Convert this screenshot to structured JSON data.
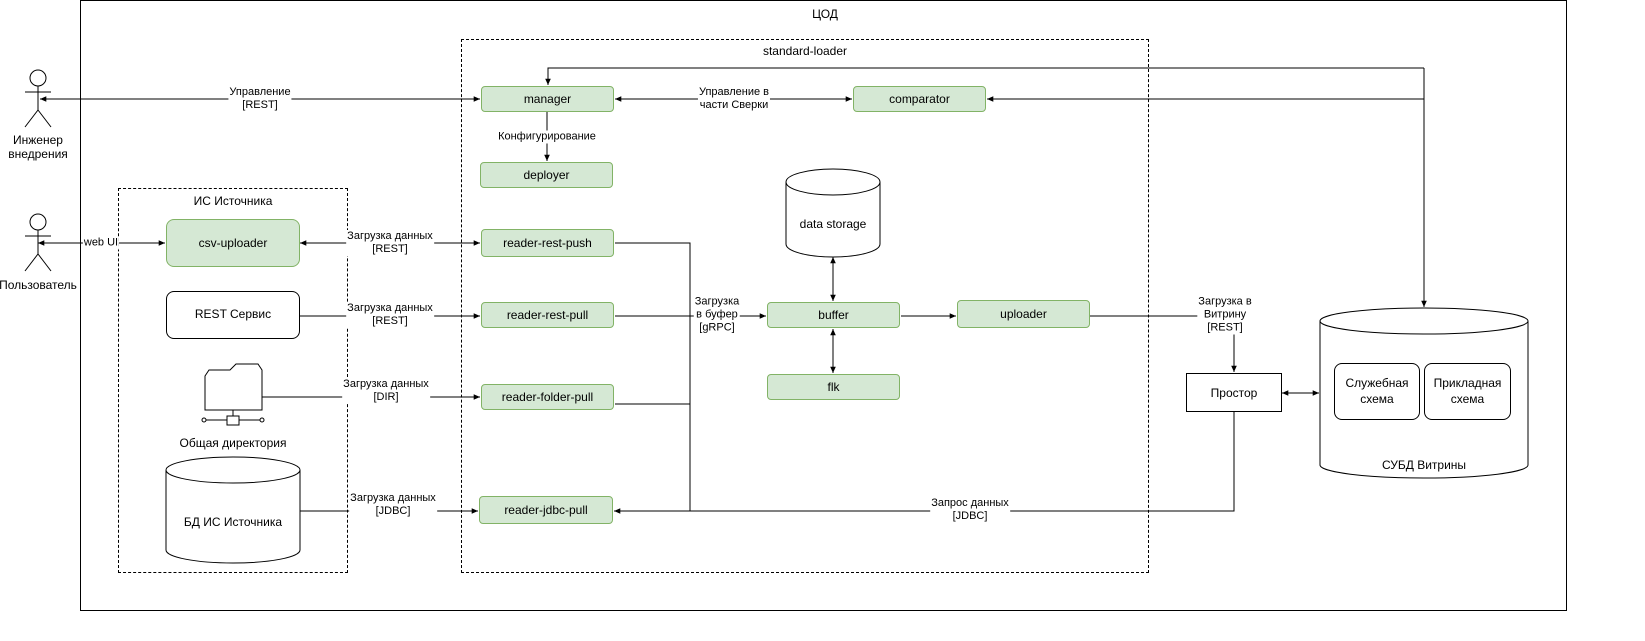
{
  "containers": {
    "tsod": "ЦОД",
    "standard_loader": "standard-loader",
    "source_is": "ИС Источника"
  },
  "actors": {
    "engineer": "Инженер\nвнедрения",
    "user": "Пользователь"
  },
  "components": {
    "manager": "manager",
    "deployer": "deployer",
    "comparator": "comparator",
    "reader_rest_push": "reader-rest-push",
    "reader_rest_pull": "reader-rest-pull",
    "reader_folder_pull": "reader-folder-pull",
    "reader_jdbc_pull": "reader-jdbc-pull",
    "buffer": "buffer",
    "uploader": "uploader",
    "flk": "flk",
    "data_storage": "data storage",
    "csv_uploader": "csv-uploader",
    "rest_service": "REST Сервис",
    "shared_dir": "Общая директория",
    "source_db": "БД ИС Источника",
    "prostor": "Простор",
    "dbms": "СУБД Витрины",
    "service_schema": "Служебная\nсхема",
    "applied_schema": "Прикладная\nсхема"
  },
  "edge_labels": {
    "management_rest": "Управление\n[REST]",
    "config": "Конфигурирование",
    "reconcile_mgmt": "Управление в\nчасти Сверки",
    "web_ui": "web UI",
    "load_rest_1": "Загрузка данных\n[REST]",
    "load_rest_2": "Загрузка данных\n[REST]",
    "load_dir": "Загрузка данных\n[DIR]",
    "load_jdbc": "Загрузка данных\n[JDBC]",
    "load_buffer": "Загрузка\nв буфер\n[gRPC]",
    "load_vitrina": "Загрузка в\nВитрину\n[REST]",
    "data_request": "Запрос данных\n[JDBC]"
  }
}
